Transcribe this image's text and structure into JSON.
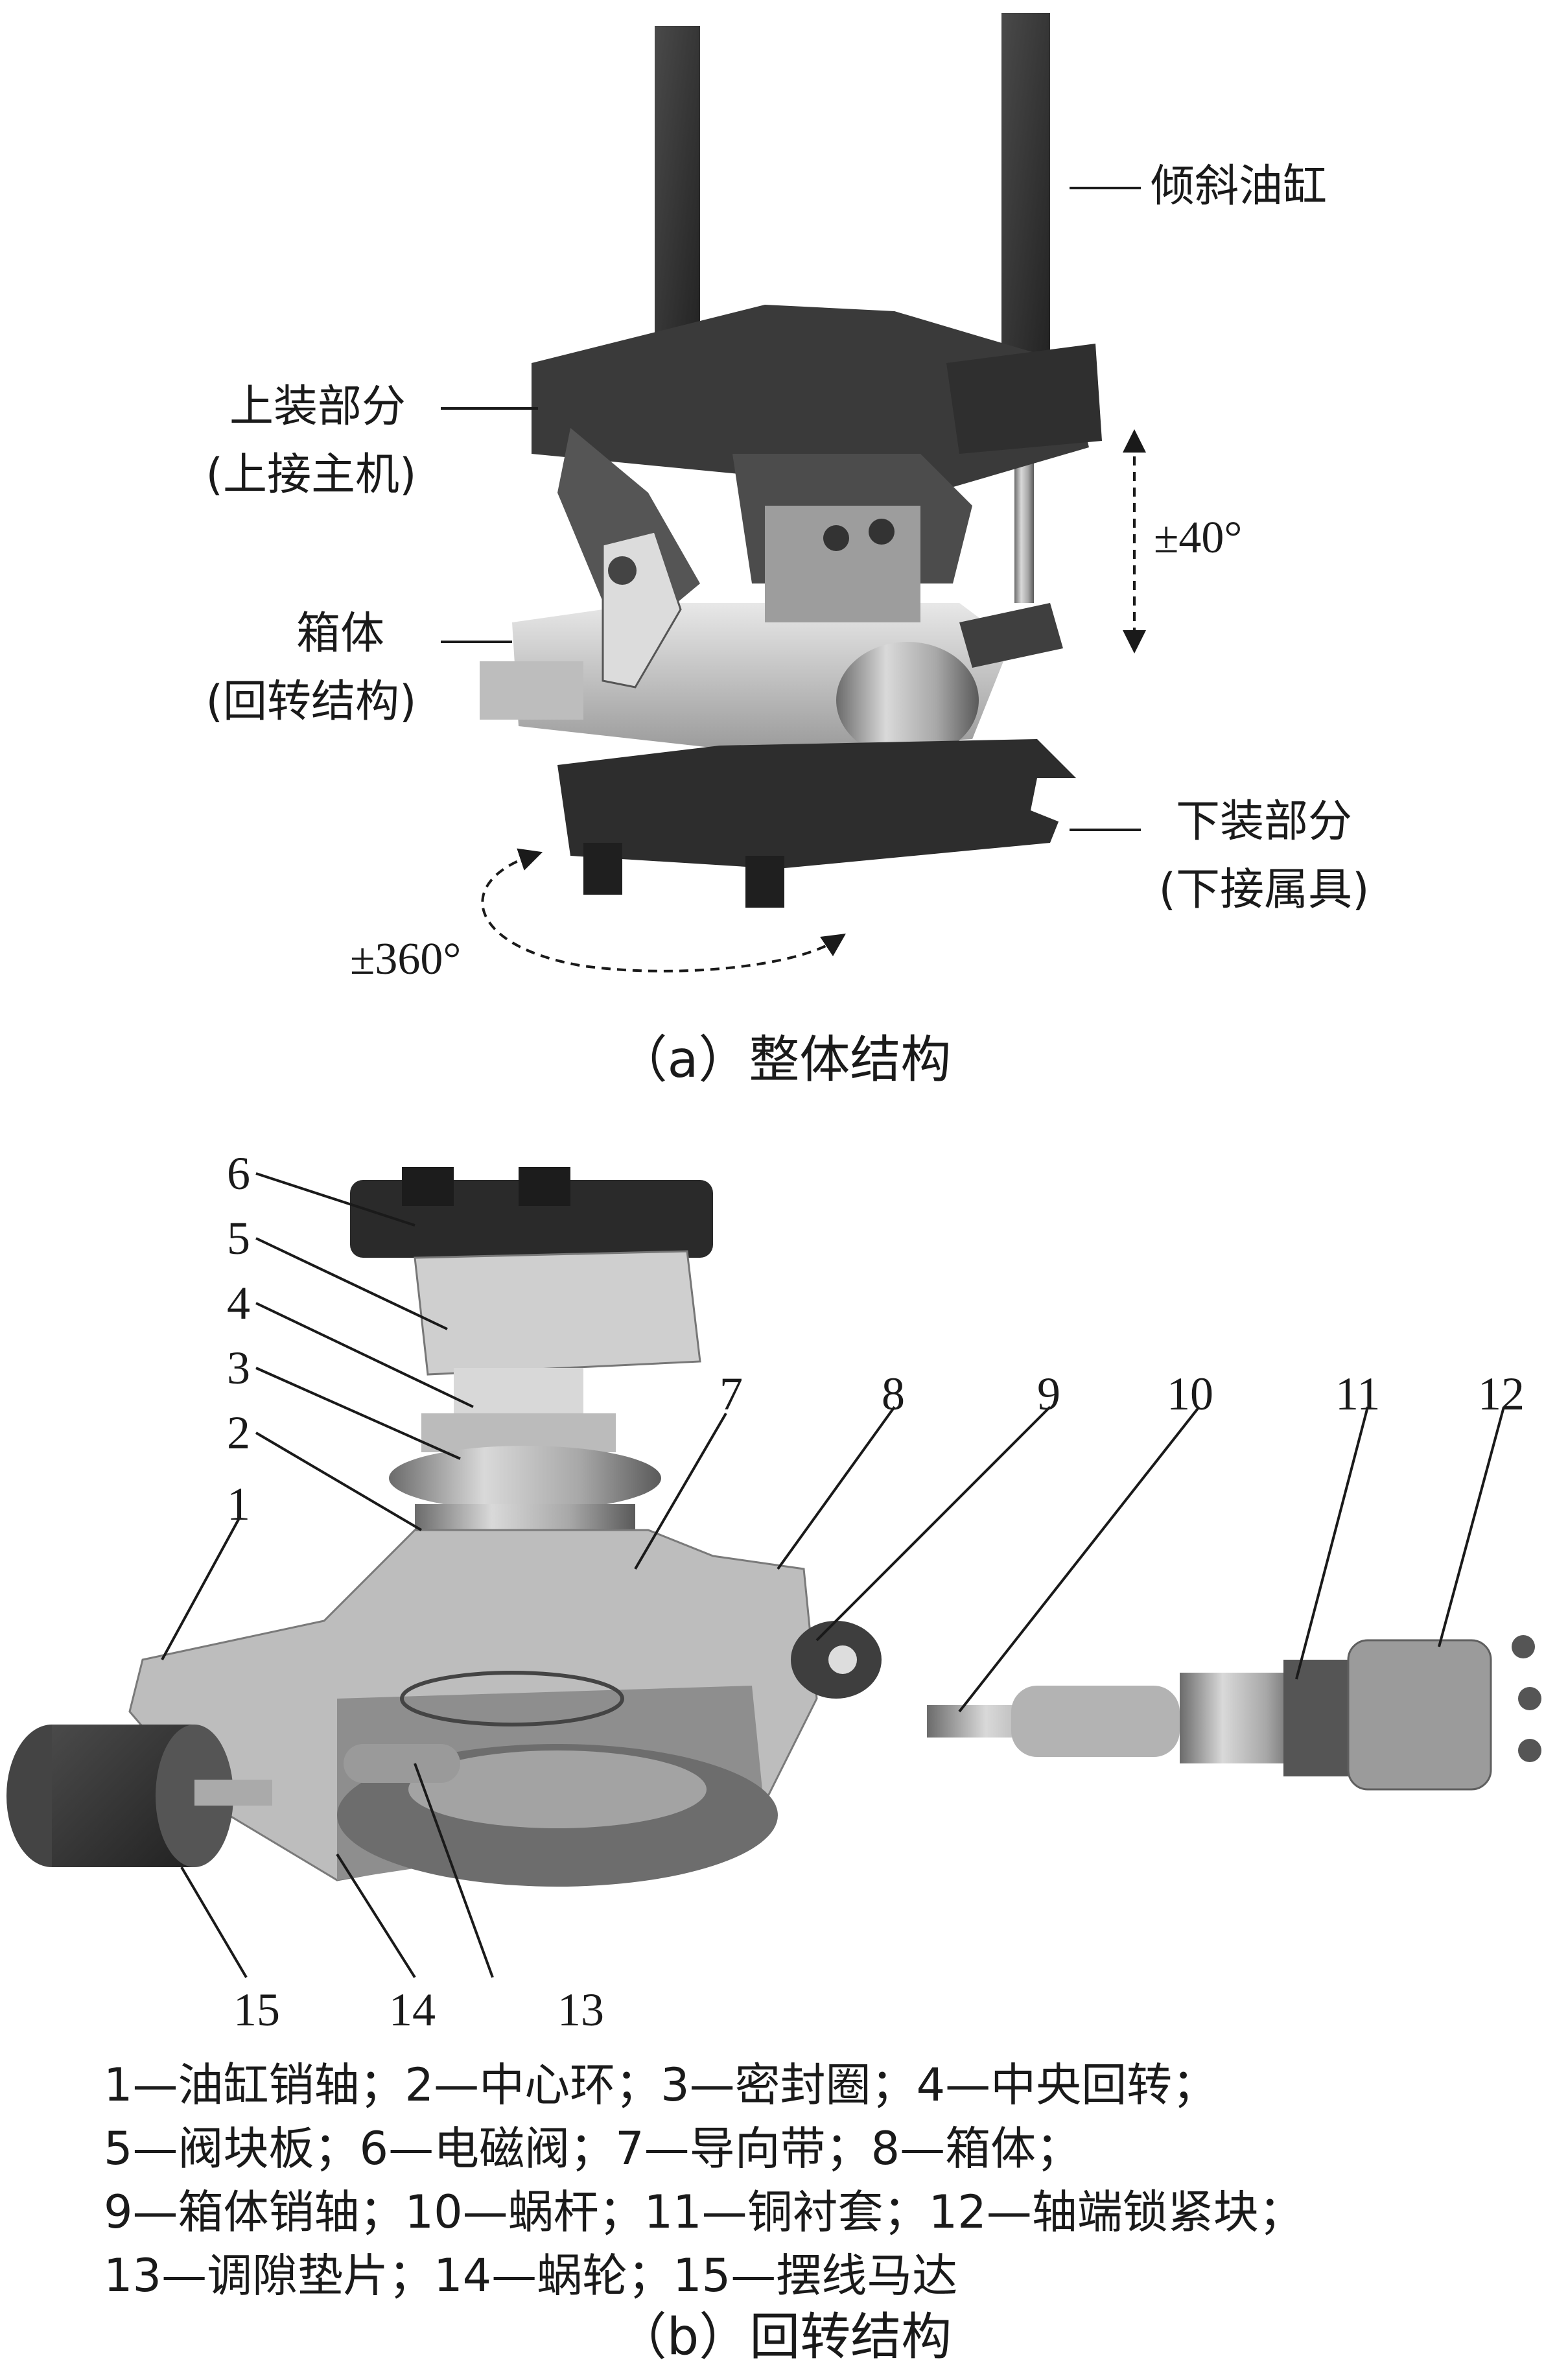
{
  "part_a": {
    "labels": {
      "tilt_cylinder": "倾斜油缸",
      "upper_part": "上装部分",
      "upper_part_note": "(上接主机)",
      "housing": "箱体",
      "housing_note": "(回转结构)",
      "lower_part": "下装部分",
      "lower_part_note": "(下接属具)",
      "tilt_angle": "±40°",
      "rotation_angle": "±360°"
    },
    "caption": "（a）整体结构"
  },
  "part_b": {
    "callouts": [
      "1",
      "2",
      "3",
      "4",
      "5",
      "6",
      "7",
      "8",
      "9",
      "10",
      "11",
      "12",
      "13",
      "14",
      "15"
    ],
    "legend": [
      "1—油缸销轴；2—中心环；3—密封圈；4—中央回转；",
      "5—阀块板；6—电磁阀；7—导向带；8—箱体；",
      "9—箱体销轴；10—蜗杆；11—铜衬套；12—轴端锁紧块；",
      "13—调隙垫片；14—蜗轮；15—摆线马达"
    ],
    "caption": "（b）回转结构"
  }
}
